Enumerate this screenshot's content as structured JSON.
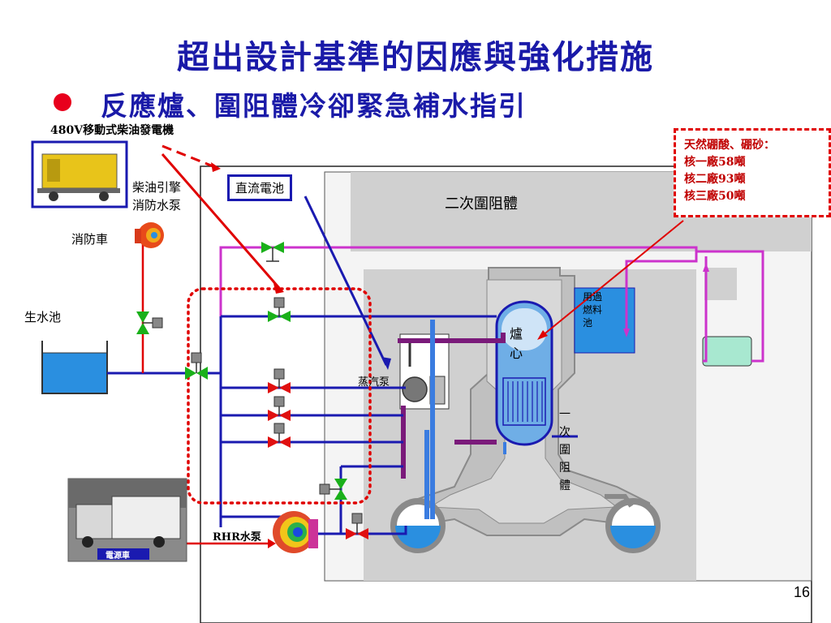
{
  "title": "超出設計基準的因應與強化措施",
  "subtitle": "反應爐、圍阻體冷卻緊急補水指引",
  "labels": {
    "generator": "480V移動式柴油發電機",
    "diesel_pump_1": "柴油引擎",
    "diesel_pump_2": "消防水泵",
    "fire_truck": "消防車",
    "raw_water_pool": "生水池",
    "dc_battery": "直流電池",
    "secondary_containment": "二次圍阻體",
    "spent_fuel_pool_1": "用過",
    "spent_fuel_pool_2": "燃料",
    "spent_fuel_pool_3": "池",
    "reactor_core_1": "爐",
    "reactor_core_2": "心",
    "steam_pump": "蒸汽泵",
    "primary_containment": [
      "一",
      "次",
      "圍",
      "阻",
      "體"
    ],
    "rhr_pump": "RHR水泵",
    "power_truck": "電源車"
  },
  "boric_acid_note": {
    "line1": "天然硼酸、硼砂：",
    "line2": "核一廠58噸",
    "line3": "核二廠93噸",
    "line4": "核三廠50噸"
  },
  "page_number": "16",
  "colors": {
    "title": "#1a1aa8",
    "pipe_blue": "#1a1ab0",
    "pipe_magenta": "#cc33cc",
    "pipe_red": "#e00000",
    "pipe_purple": "#7a1a7a",
    "water": "#2a8fe0",
    "building": "#c8c8c8",
    "valve_green": "#1ab01a",
    "valve_red": "#e01010"
  }
}
